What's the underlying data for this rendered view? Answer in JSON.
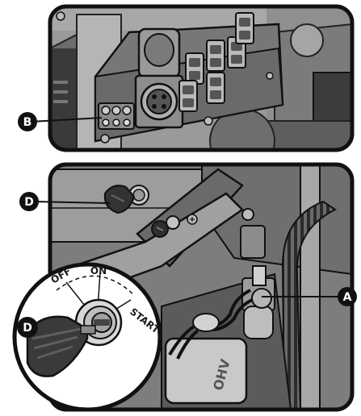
{
  "callouts": {
    "b": "B",
    "d_top": "D",
    "a": "A",
    "d_inset": "D"
  },
  "dial": {
    "off": "OFF",
    "on": "ON",
    "start": "START"
  },
  "engine_text": "OHV"
}
